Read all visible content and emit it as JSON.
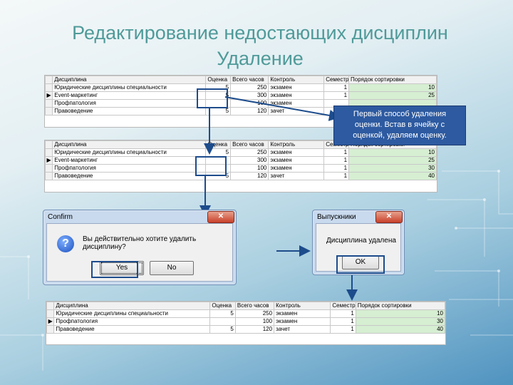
{
  "slide": {
    "title_line1": "Редактирование недостающих дисциплин",
    "title_line2": "Удаление"
  },
  "grid_headers": [
    "Дисциплина",
    "Оценка",
    "Всего часов",
    "Контроль",
    "Семестр",
    "Порядок сортировки"
  ],
  "grid1_rows": [
    {
      "name": "Юридические дисциплины специальности",
      "grade": "5",
      "hours": "250",
      "control": "экзамен",
      "sem": "1",
      "order": "10"
    },
    {
      "name": "Event-маркетинг",
      "grade": "5",
      "hours": "300",
      "control": "экзамен",
      "sem": "1",
      "order": "25",
      "selected": true
    },
    {
      "name": "Профпатология",
      "grade": "",
      "hours": "100",
      "control": "экзамен",
      "sem": "",
      "order": ""
    },
    {
      "name": "Правоведение",
      "grade": "5",
      "hours": "120",
      "control": "зачет",
      "sem": "",
      "order": ""
    }
  ],
  "grid2_rows": [
    {
      "name": "Юридические дисциплины специальности",
      "grade": "5",
      "hours": "250",
      "control": "экзамен",
      "sem": "1",
      "order": "10"
    },
    {
      "name": "Event-маркетинг",
      "grade": "",
      "hours": "300",
      "control": "экзамен",
      "sem": "1",
      "order": "25",
      "selected": true
    },
    {
      "name": "Профпатология",
      "grade": "",
      "hours": "100",
      "control": "экзамен",
      "sem": "1",
      "order": "30"
    },
    {
      "name": "Правоведение",
      "grade": "5",
      "hours": "120",
      "control": "зачет",
      "sem": "1",
      "order": "40"
    }
  ],
  "grid3_rows": [
    {
      "name": "Юридические дисциплины специальности",
      "grade": "5",
      "hours": "250",
      "control": "экзамен",
      "sem": "1",
      "order": "10"
    },
    {
      "name": "Профпатология",
      "grade": "",
      "hours": "100",
      "control": "экзамен",
      "sem": "1",
      "order": "30",
      "selected": true
    },
    {
      "name": "Правоведение",
      "grade": "5",
      "hours": "120",
      "control": "зачет",
      "sem": "1",
      "order": "40"
    }
  ],
  "callout": {
    "line1": "Первый способ удаления",
    "line2": "оценки. Встав в ячейку с",
    "line3": "оценкой, удаляем оценку."
  },
  "confirm_dialog": {
    "title": "Confirm",
    "message": "Вы действительно хотите удалить дисциплину?",
    "yes_label": "Yes",
    "no_label": "No",
    "close_glyph": "✕"
  },
  "info_dialog": {
    "title": "Выпускники",
    "message": "Дисциплина удалена",
    "ok_label": "OK",
    "close_glyph": "✕"
  },
  "colors": {
    "title": "#4f9a99",
    "callout_bg": "#2d5aa0",
    "grid_green": "#d6eed2",
    "arrow": "#1d4c8c"
  }
}
